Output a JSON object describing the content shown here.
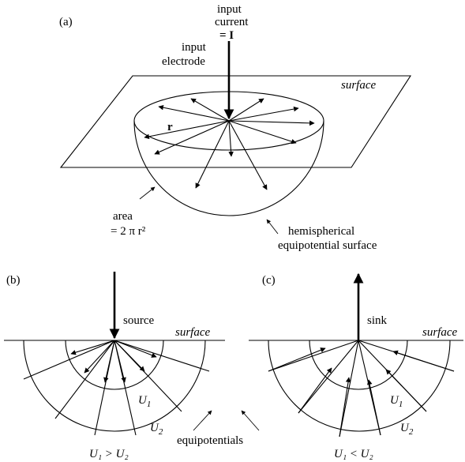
{
  "panel_a": {
    "tag": "(a)",
    "input_current_line1": "input",
    "input_current_line2": "current",
    "input_current_line3": "= I",
    "input_electrode_line1": "input",
    "input_electrode_line2": "electrode",
    "surface_label": "surface",
    "radius_label": "r",
    "area_line1": "area",
    "area_line2": "= 2 π r²",
    "hemi_line1": "hemispherical",
    "hemi_line2": "equipotential surface"
  },
  "panel_b": {
    "tag": "(b)",
    "source_label": "source",
    "surface_label": "surface",
    "u1": "U",
    "u1_sub": "1",
    "u2": "U",
    "u2_sub": "2",
    "relation": "U₁ > U₂"
  },
  "panel_c": {
    "tag": "(c)",
    "sink_label": "sink",
    "surface_label": "surface",
    "u1": "U",
    "u1_sub": "1",
    "u2": "U",
    "u2_sub": "2",
    "relation": "U₁ < U₂"
  },
  "shared": {
    "equipotentials_label": "equipotentials"
  }
}
